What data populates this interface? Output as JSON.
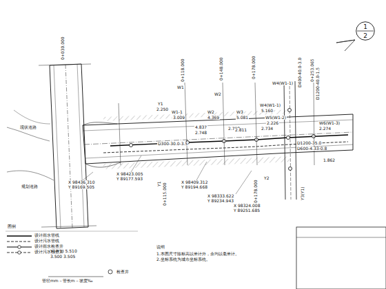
{
  "diagram": {
    "nodes": [
      {
        "text": [
          "1",
          "2"
        ]
      }
    ],
    "labels": [
      "0+030.000",
      "0+118.000",
      "W1",
      "0+148.000",
      "W2",
      "0+178.000",
      "W4(W1-1)",
      "0+253.065",
      "Y1",
      "2.250",
      "W1-1",
      "3.009",
      "4.837",
      "2.748",
      "W2",
      "4.369",
      "2.798",
      "W3",
      "5.081",
      "2.811",
      "W4(W1-1)",
      "5.160",
      "2.734",
      "W5(W1-2)",
      "2.226",
      "W6(W1-3)",
      "2.274",
      "1.862",
      "D400-40.0-3.0",
      "D300-30.0-3.5",
      "D1200-35.0",
      "D1200-40.0-1.5",
      "D600-4.33-0.8",
      "X 98436.310",
      "Y 89169.505",
      "X 98423.005",
      "Y 89177.593",
      "X 98409.312",
      "Y 89194.668",
      "X 98333.622",
      "Y 89234.943",
      "X 98324.008",
      "Y 89251.685",
      "Y1",
      "0+115.000",
      "Y2",
      "0+178.000",
      "Y3(Y1)",
      "现状道路",
      "规划道路",
      "Y1(Y1) 5.510",
      "3.500  3.505",
      "管径mm－管长m－坡度‰",
      "检查井",
      "说明",
      "1.本图尺寸除标高以米计外，余均以毫米计。",
      "2.坐标系统为城市坐标系统。",
      "图例"
    ],
    "legend": [
      {
        "text": "设计雨水管线"
      },
      {
        "text": "设计污水管线"
      },
      {
        "text": "设计雨水检查井"
      },
      {
        "text": "设计污水检查井"
      }
    ]
  }
}
